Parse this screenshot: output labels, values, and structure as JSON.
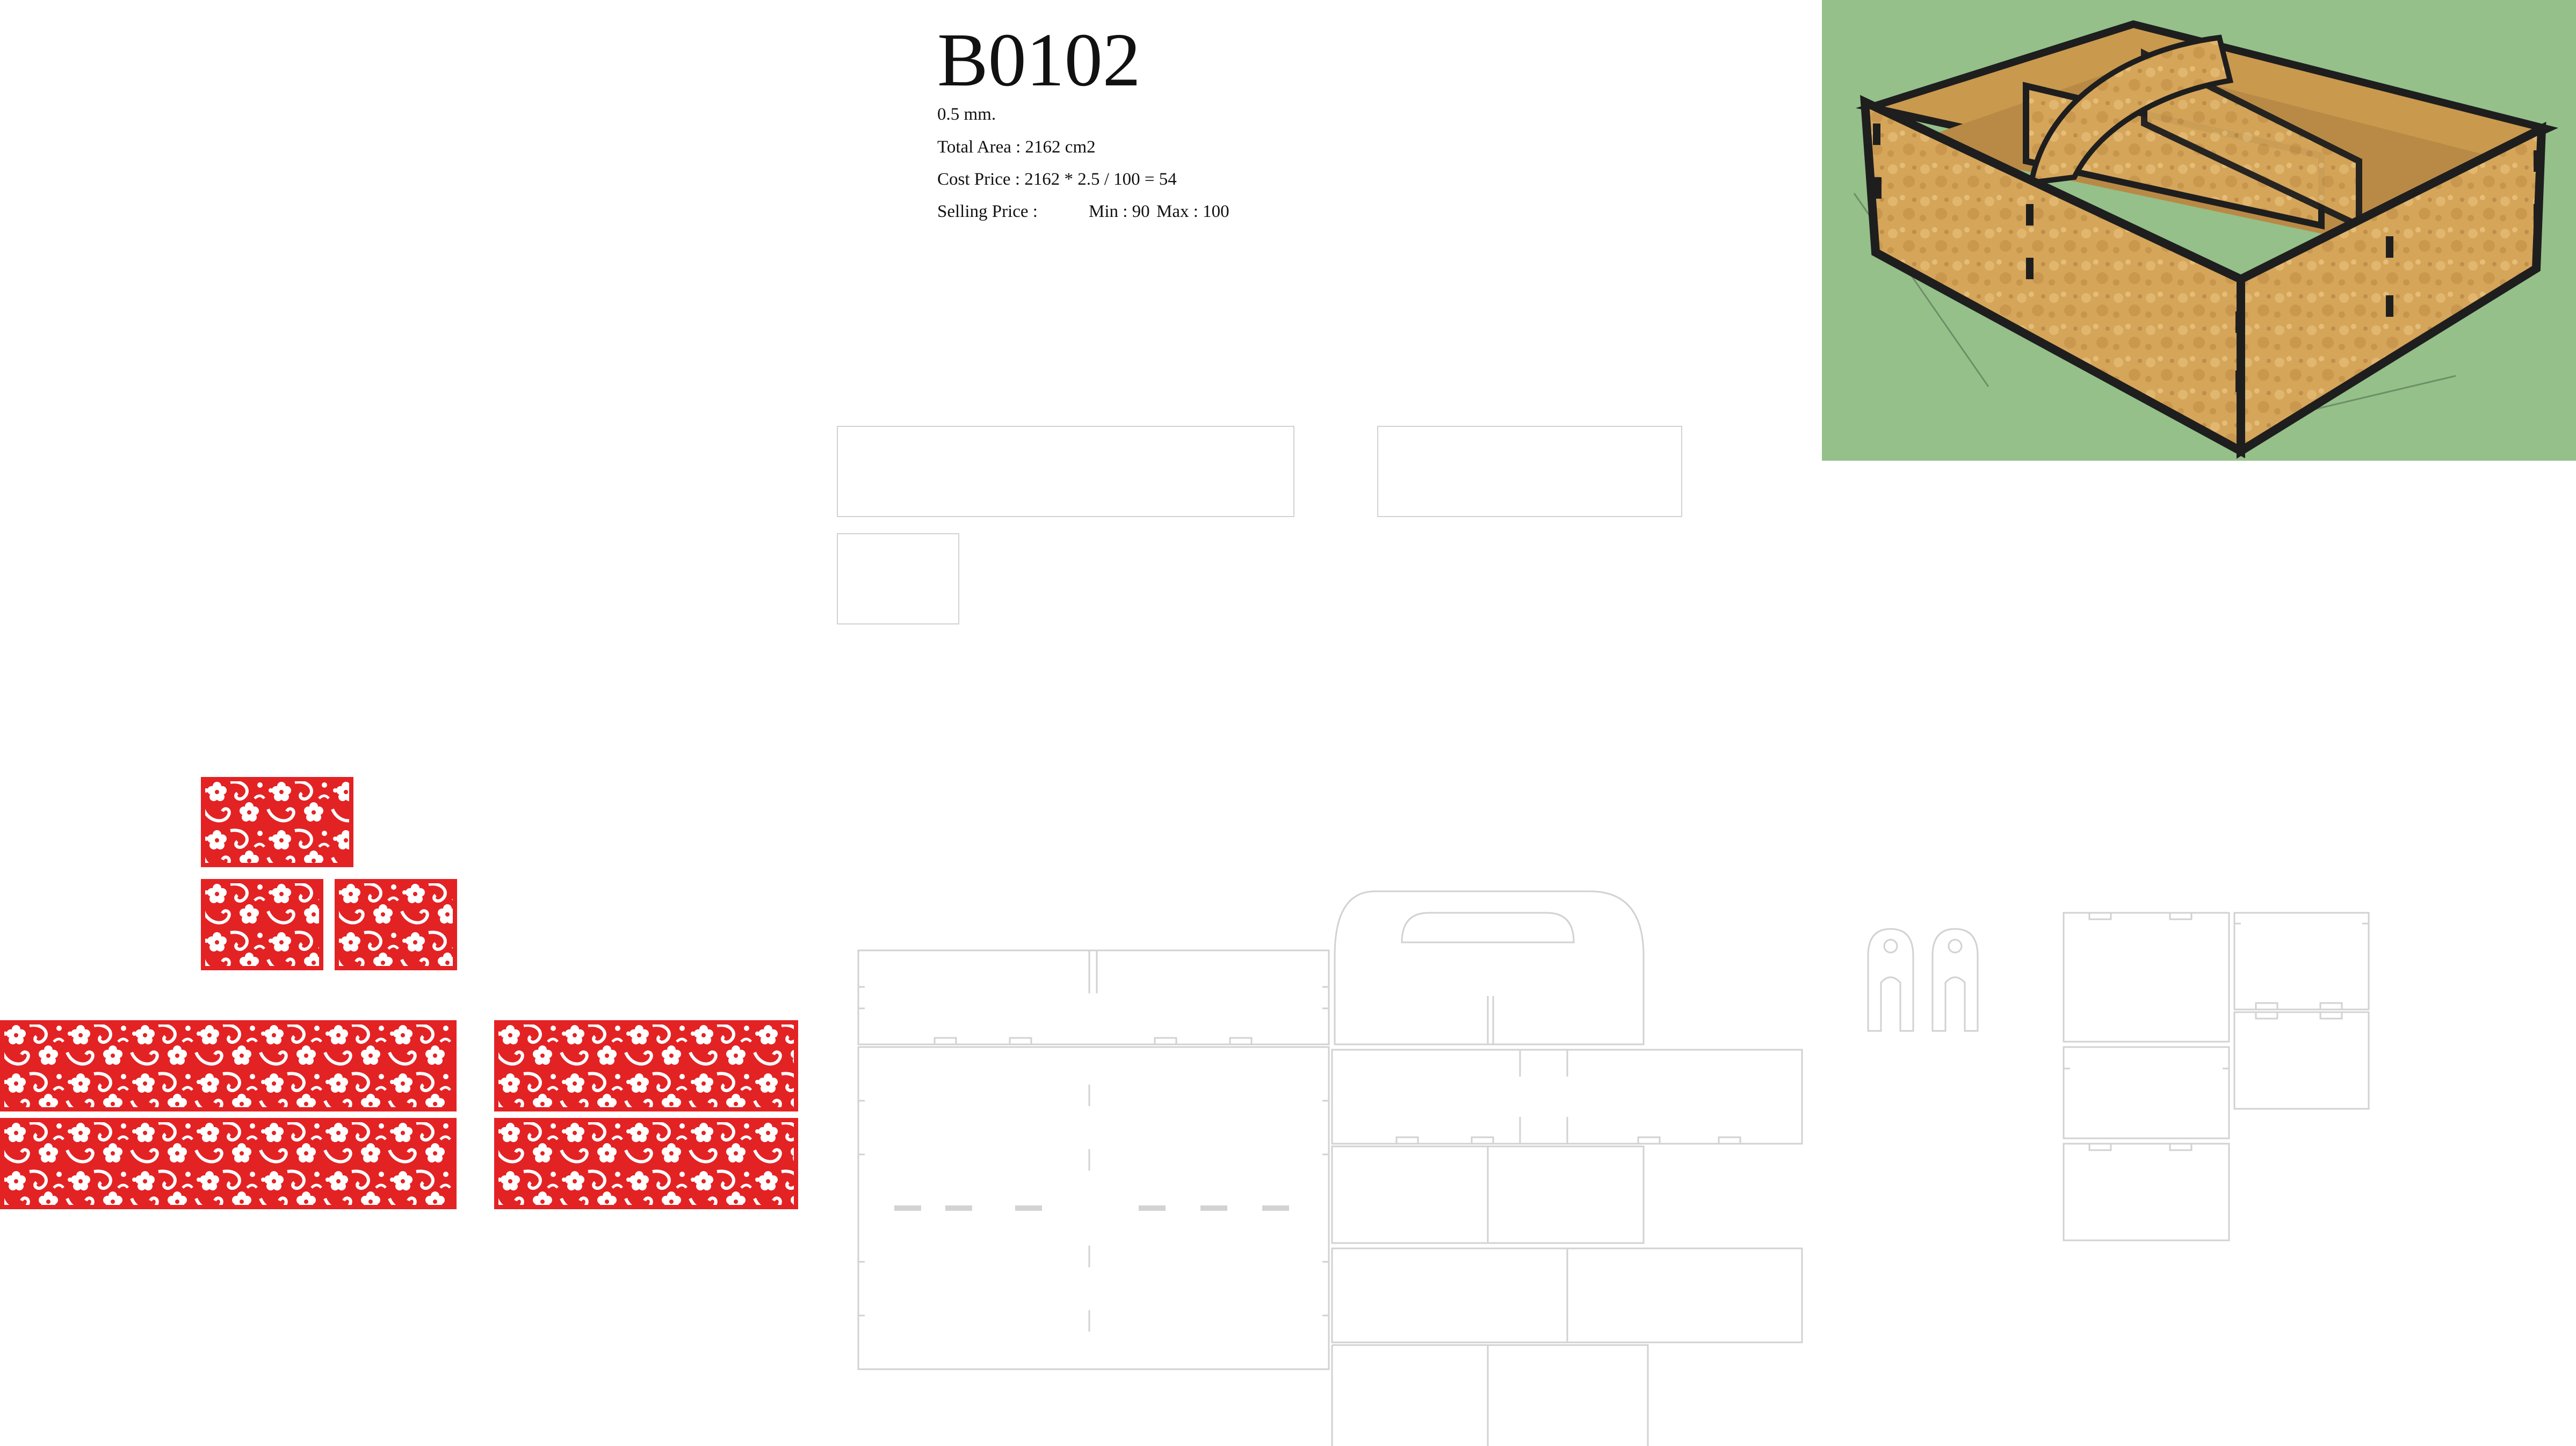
{
  "product": {
    "code": "B0102",
    "thickness": "0.5 mm.",
    "total_area": "Total Area : 2162 cm2",
    "cost_price": "Cost Price : 2162 * 2.5 / 100 = 54",
    "selling_label": "Selling Price :",
    "selling_min": "Min : 90",
    "selling_max": "Max : 100"
  },
  "colors": {
    "background": "#ffffff",
    "pattern_red": "#e32224",
    "outline_gray": "#d2d2d2",
    "preview_bg": "#95c08a",
    "wood": "#d6a65a"
  },
  "icons": {
    "decor": "floral-swirl-pattern",
    "preview": "wooden-tray-with-handle-3d"
  }
}
